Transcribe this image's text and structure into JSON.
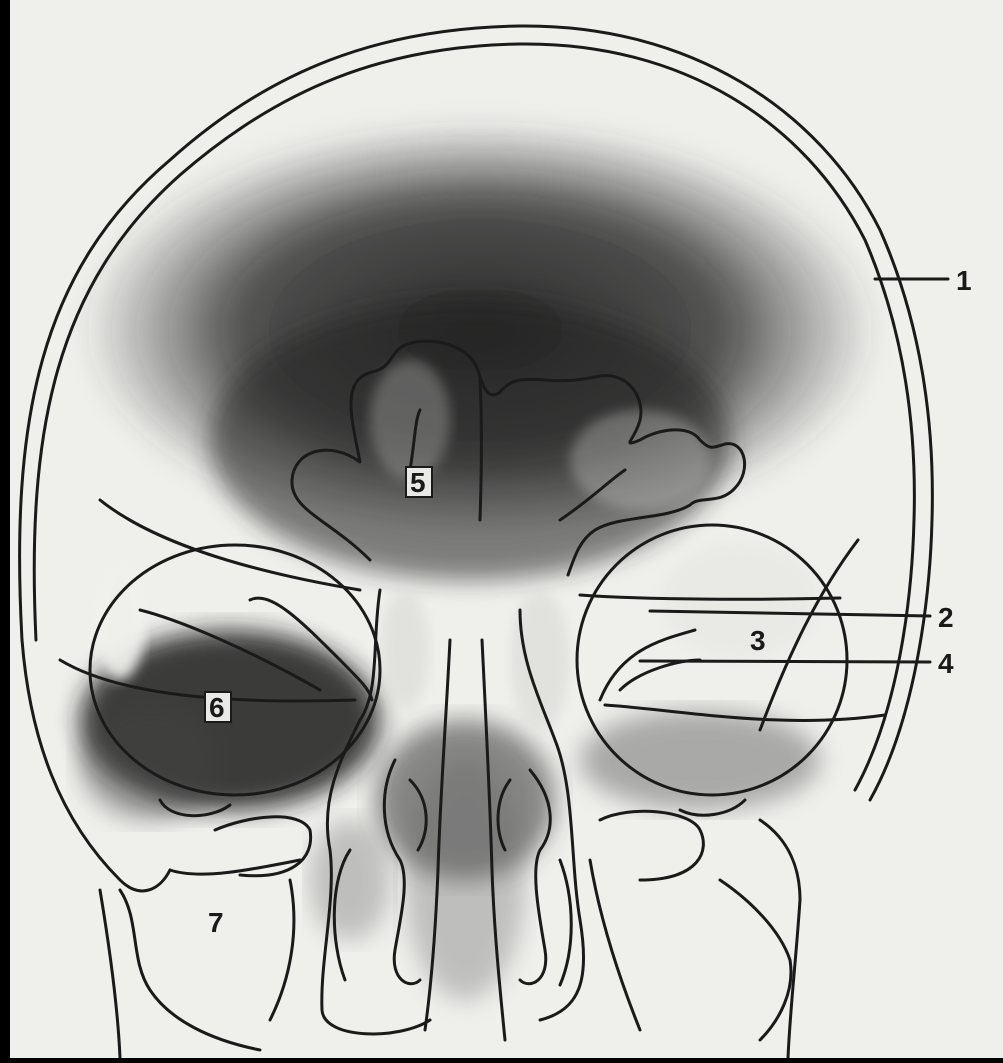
{
  "diagram": {
    "labels": {
      "l1": "1",
      "l2": "2",
      "l3": "3",
      "l4": "4",
      "l5": "5",
      "l6": "6",
      "l7": "7"
    },
    "colors": {
      "frame": "#000000",
      "paper": "#efefec",
      "line": "#1a1a1a",
      "shadow": "#2a2a2a",
      "label_box": "#e9e9e6"
    }
  }
}
